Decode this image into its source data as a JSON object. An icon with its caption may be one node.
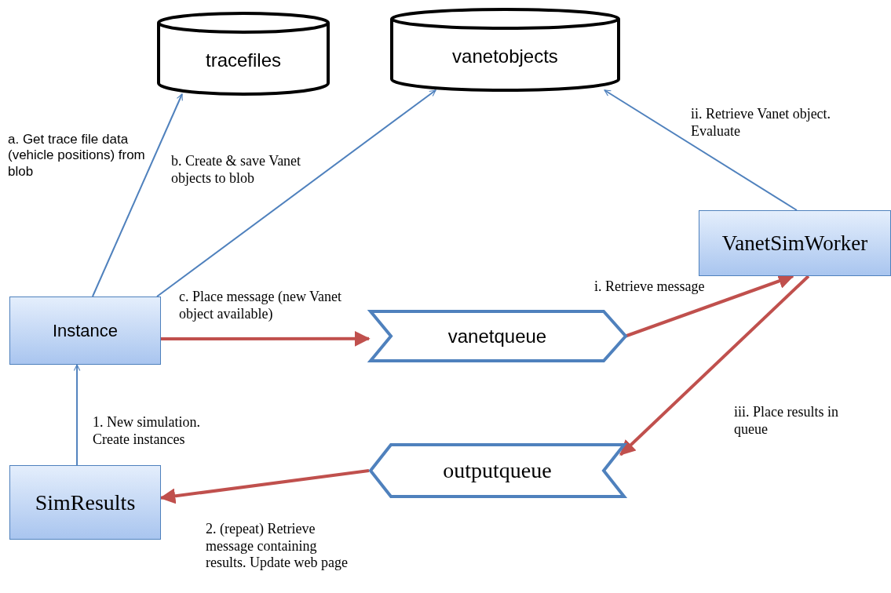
{
  "diagram": {
    "nodes": [
      {
        "text": [
          "tracefiles"
        ]
      },
      {
        "text": [
          "vanetobjects"
        ]
      },
      {
        "text": [
          "VanetSimWorker"
        ]
      },
      {
        "text": [
          "Instance"
        ]
      },
      {
        "text": [
          "vanetqueue"
        ]
      },
      {
        "text": [
          "outputqueue"
        ]
      },
      {
        "text": [
          "SimResults"
        ]
      }
    ],
    "edges": [
      {
        "from": 3,
        "to": 0,
        "arrow": "to",
        "label": "a. Get trace file data (vehicle positions) from blob"
      },
      {
        "from": 3,
        "to": 1,
        "arrow": "to",
        "label": "b. Create & save Vanet objects to blob"
      },
      {
        "from": 2,
        "to": 1,
        "arrow": "to",
        "label": "ii. Retrieve Vanet object. Evaluate"
      },
      {
        "from": 3,
        "to": 4,
        "arrow": "to",
        "label": "c. Place message (new Vanet object available)",
        "style": "thick",
        "color": "#c0504d"
      },
      {
        "from": 4,
        "to": 2,
        "arrow": "to",
        "label": "i. Retrieve message",
        "style": "thick",
        "color": "#c0504d"
      },
      {
        "from": 2,
        "to": 5,
        "arrow": "to",
        "label": "iii. Place results in queue",
        "style": "thick",
        "color": "#c0504d"
      },
      {
        "from": 5,
        "to": 6,
        "arrow": "to",
        "label": "2. (repeat) Retrieve message containing results. Update web page",
        "style": "thick",
        "color": "#c0504d"
      },
      {
        "from": 6,
        "to": 3,
        "arrow": "to",
        "label": "1. New simulation. Create instances"
      }
    ]
  }
}
